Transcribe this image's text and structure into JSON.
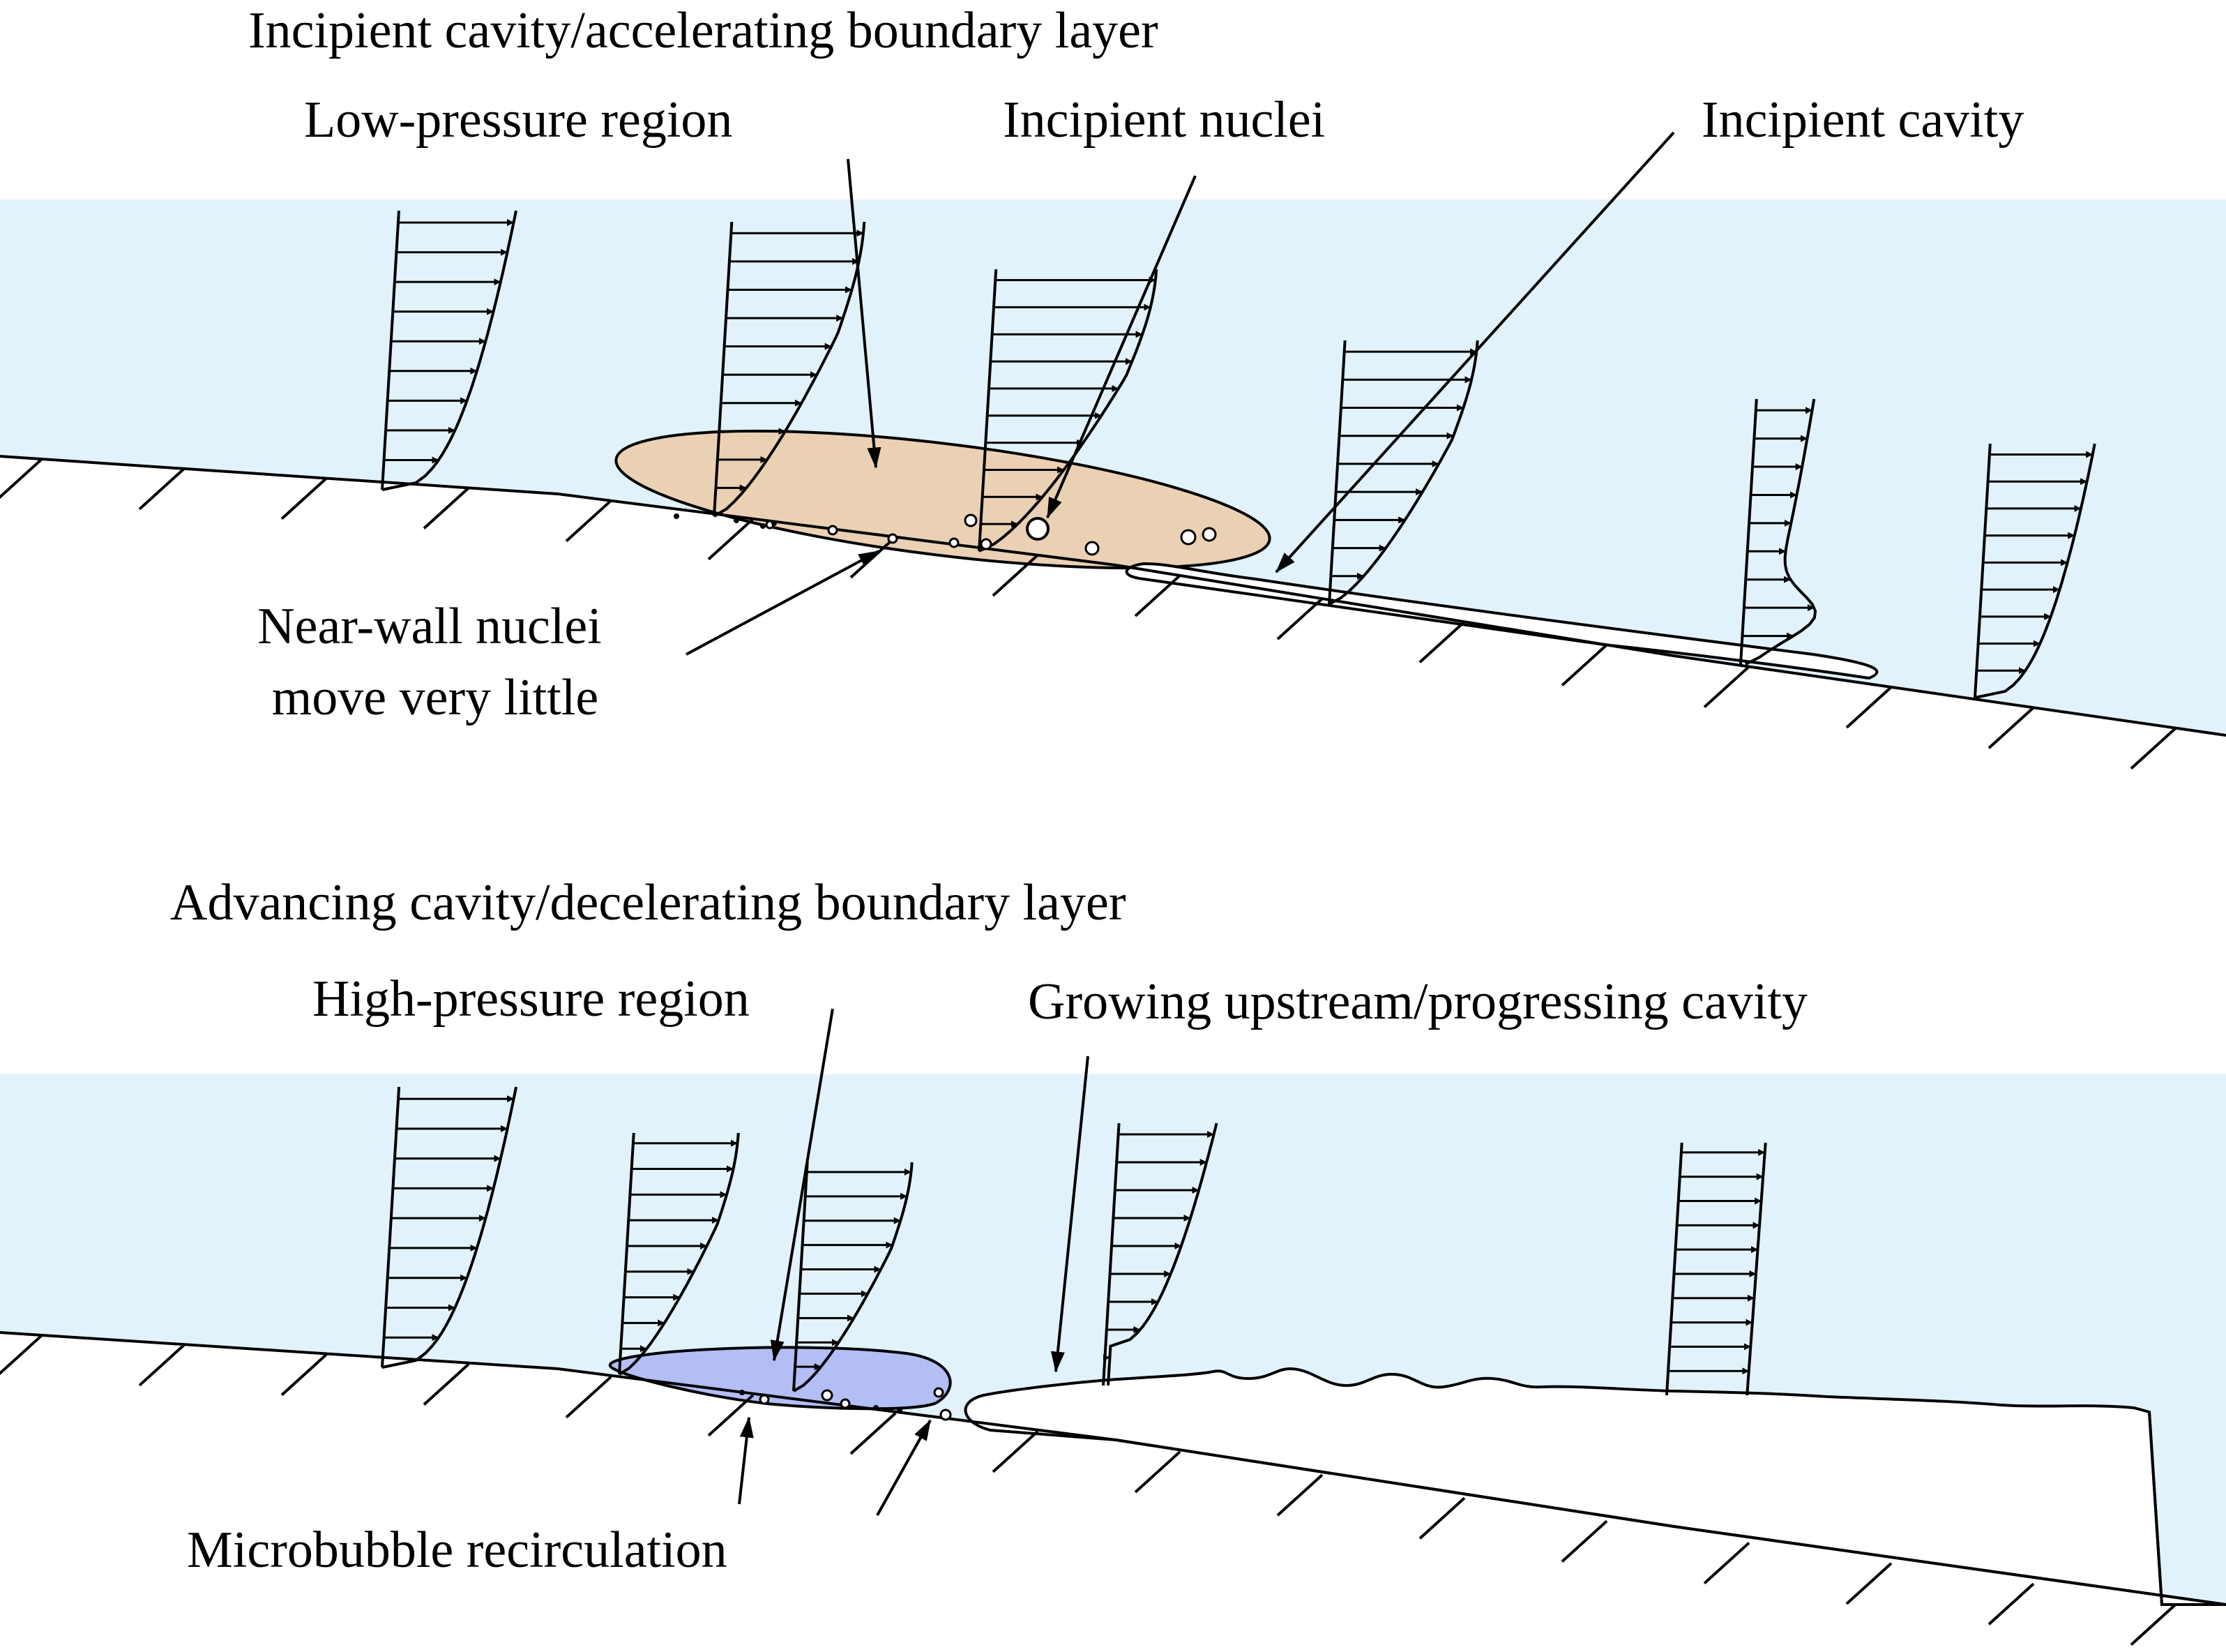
{
  "top_panel": {
    "title": "Incipient cavity/accelerating boundary layer",
    "label_low_pressure": "Low-pressure region",
    "label_incipient_nuclei": "Incipient nuclei",
    "label_incipient_cavity": "Incipient cavity",
    "label_near_wall_1": "Near-wall nuclei",
    "label_near_wall_2": "move very little"
  },
  "bottom_panel": {
    "title": "Advancing cavity/decelerating boundary layer",
    "label_high_pressure": "High-pressure region",
    "label_growing_cavity": "Growing upstream/progressing cavity",
    "label_microbubble": "Microbubble recirculation"
  },
  "colors": {
    "flow_region": "#e1f2fb",
    "low_pressure_region": "#ebd1b4",
    "high_pressure_region": "#b3bef5",
    "cavity": "#ffffff",
    "line": "#000000"
  }
}
